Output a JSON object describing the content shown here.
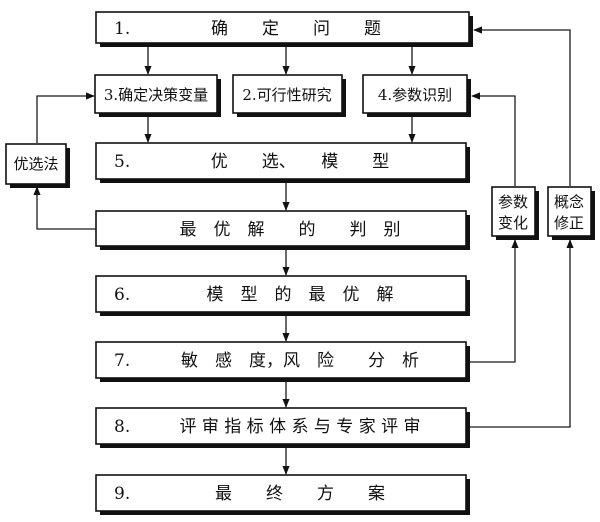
{
  "diagram": {
    "boxes": {
      "b1": {
        "num": "1.",
        "text": "确　　定　　问　　题"
      },
      "b3": {
        "text": "3.确定决策变量"
      },
      "b2": {
        "text": "2.可行性研究"
      },
      "b4": {
        "text": "4.参数识别"
      },
      "b5": {
        "num": "5.",
        "text": "优　　选、　　模　　型"
      },
      "bj": {
        "text": "最　优　解　　的　　判　别"
      },
      "b6": {
        "num": "6.",
        "text": "模　型　的　最　优　解"
      },
      "b7": {
        "num": "7.",
        "text": "敏　感　度，风　险　　分　析"
      },
      "b8": {
        "num": "8.",
        "text": "评 审 指 标 体 系 与 专 家 评 审"
      },
      "b9": {
        "num": "9.",
        "text": "最　　终　　方　　案"
      }
    },
    "side": {
      "optimize": "优选法",
      "param_change": [
        "参数",
        "变化"
      ],
      "concept_fix": [
        "概念",
        "修正"
      ]
    }
  }
}
